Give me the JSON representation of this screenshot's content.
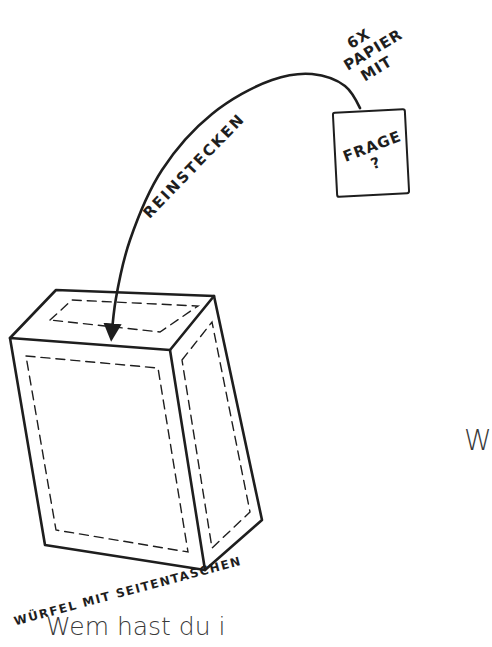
{
  "diagram": {
    "nodes": [
      {
        "text": [
          "6X PAPIER MIT",
          "FRAGE ?"
        ]
      },
      {
        "text": [
          "WÜRFEL MIT SEITENTASCHEN"
        ]
      }
    ],
    "edges": [
      {
        "from": 0,
        "to": 1,
        "arrow": "to",
        "label": "REINSTECKEN"
      }
    ],
    "labels": [
      "W",
      "Wem hast du i"
    ]
  }
}
